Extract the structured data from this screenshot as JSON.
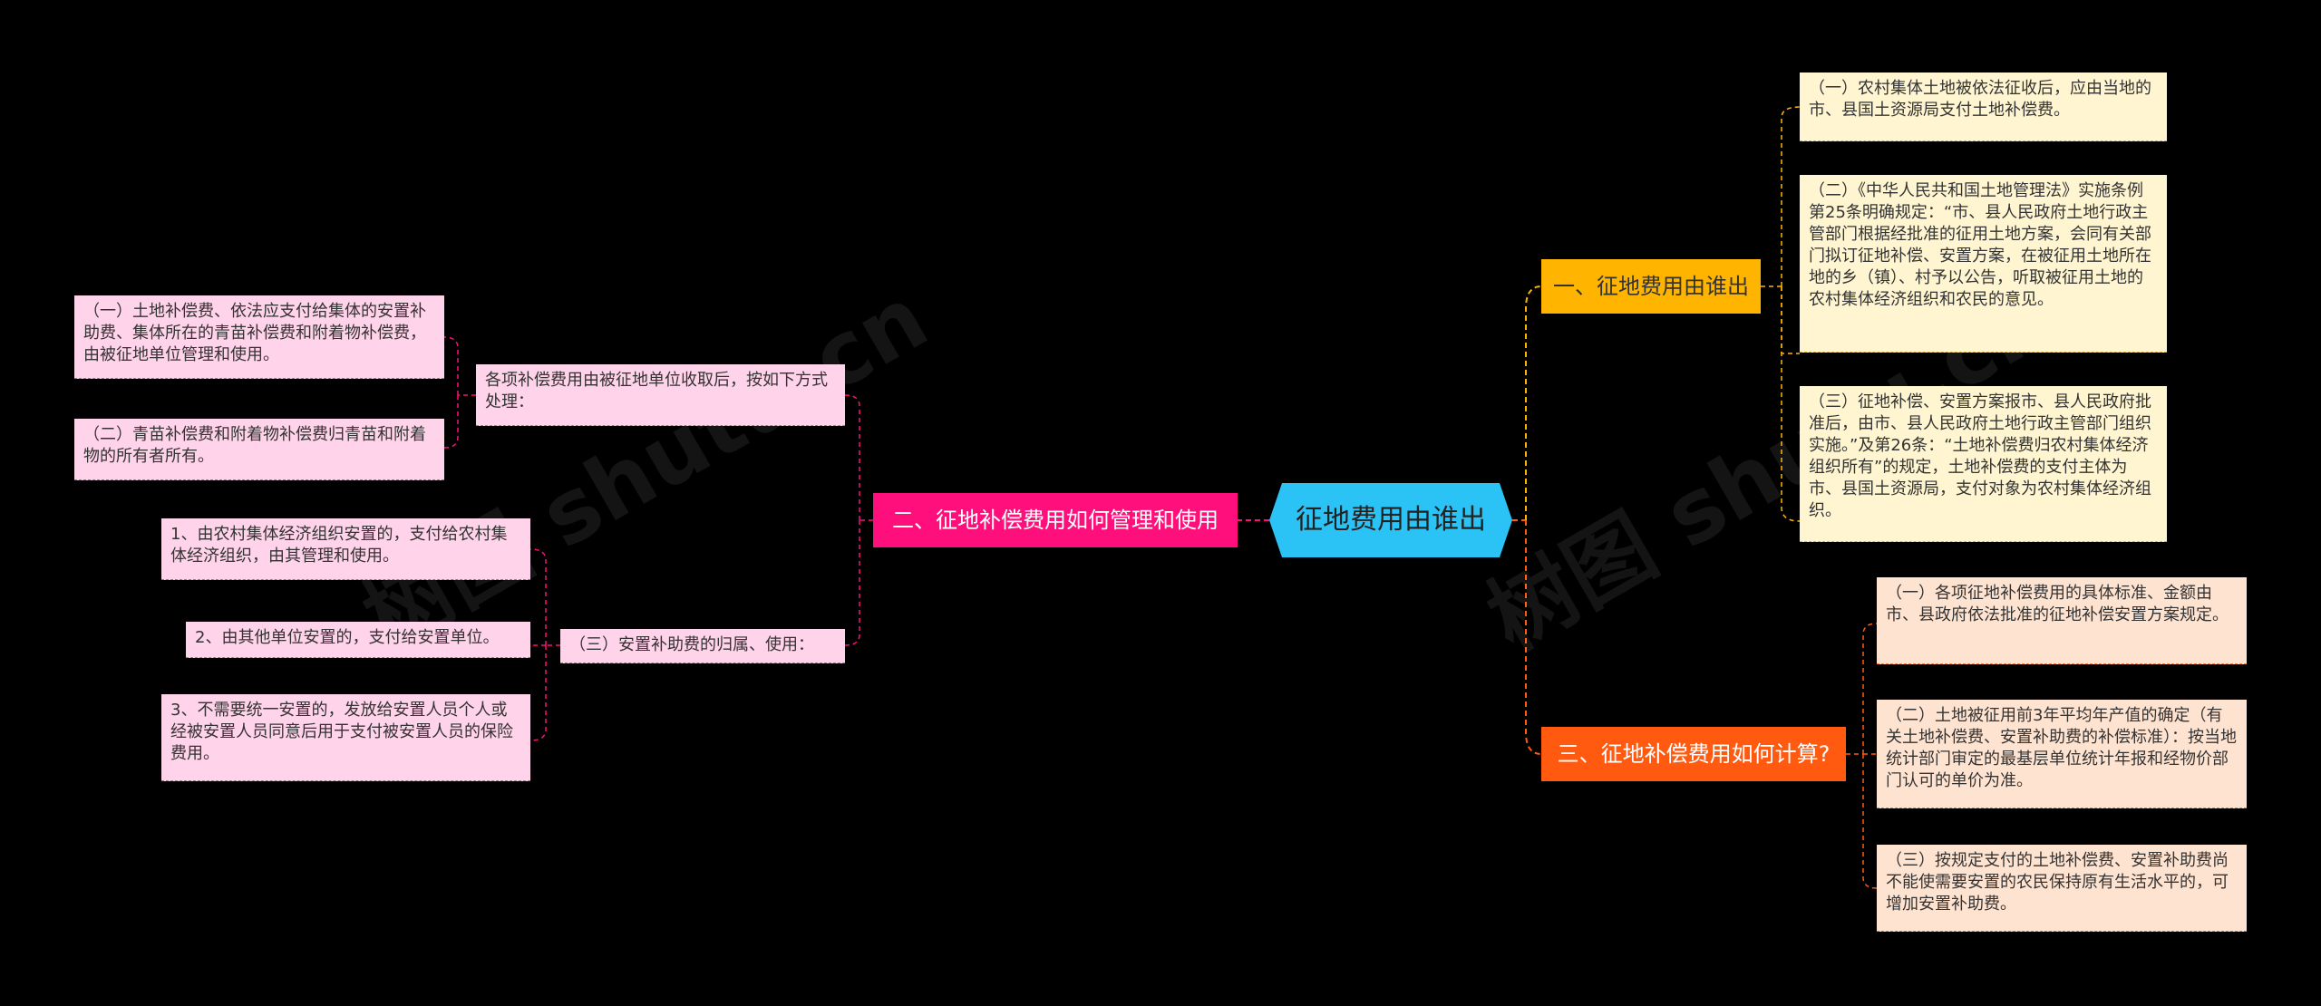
{
  "center": {
    "label": "征地费用由谁出"
  },
  "branches": {
    "b1": {
      "label": "一、征地费用由谁出"
    },
    "b2": {
      "label": "二、征地补偿费用如何管理和使用"
    },
    "b3": {
      "label": "三、征地补偿费用如何计算?"
    }
  },
  "b1_items": [
    "（一）农村集体土地被依法征收后，应由当地的市、县国土资源局支付土地补偿费。",
    "（二）《中华人民共和国土地管理法》实施条例第25条明确规定：“市、县人民政府土地行政主管部门根据经批准的征用土地方案，会同有关部门拟订征地补偿、安置方案，在被征用土地所在地的乡（镇）、村予以公告，听取被征用土地的农村集体经济组织和农民的意见。",
    "（三）征地补偿、安置方案报市、县人民政府批准后，由市、县人民政府土地行政主管部门组织实施。”及第26条：“土地补偿费归农村集体经济组织所有”的规定，土地补偿费的支付主体为市、县国土资源局，支付对象为农村集体经济组织。"
  ],
  "b3_items": [
    "（一）各项征地补偿费用的具体标准、金额由市、县政府依法批准的征地补偿安置方案规定。",
    "（二）土地被征用前3年平均年产值的确定（有关土地补偿费、安置补助费的补偿标准）：按当地统计部门审定的最基层单位统计年报和经物价部门认可的单价为准。",
    "（三）按规定支付的土地补偿费、安置补助费尚不能使需要安置的农民保持原有生活水平的，可增加安置补助费。"
  ],
  "b2_sub": {
    "s1": "各项补偿费用由被征地单位收取后，按如下方式处理：",
    "s2": "（三）安置补助费的归属、使用："
  },
  "s1_items": [
    "（一）土地补偿费、依法应支付给集体的安置补助费、集体所在的青苗补偿费和附着物补偿费，由被征地单位管理和使用。",
    "（二）青苗补偿费和附着物补偿费归青苗和附着物的所有者所有。"
  ],
  "s2_items": [
    "1、由农村集体经济组织安置的，支付给农村集体经济组织，由其管理和使用。",
    "2、由其他单位安置的，支付给安置单位。",
    "3、不需要统一安置的，发放给安置人员个人或经被安置人员同意后用于支付被安置人员的保险费用。"
  ],
  "watermarks": [
    "树图 shutu.cn",
    "树图 shutu.cn"
  ],
  "colors": {
    "background": "#000000",
    "center": "#2bc2f5",
    "branch1": "#ffb400",
    "branch2": "#ff0f7b",
    "branch3": "#ff5a10"
  }
}
